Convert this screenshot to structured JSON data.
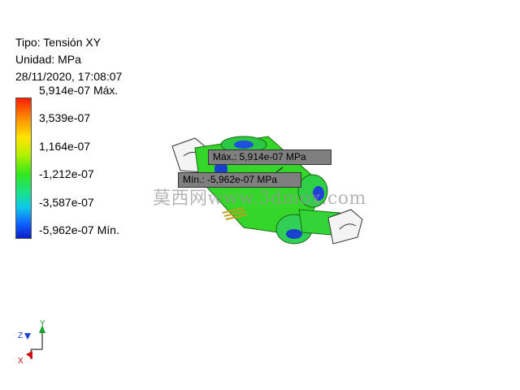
{
  "info": {
    "type_line": "Tipo: Tensión XY",
    "unit_line": "Unidad: MPa",
    "datetime": "28/11/2020, 17:08:07"
  },
  "legend": {
    "labels": [
      "5,914e-07 Máx.",
      "3,539e-07",
      "1,164e-07",
      "-1,212e-07",
      "-3,587e-07",
      "-5,962e-07 Mín."
    ]
  },
  "callouts": {
    "max": "Máx.: 5,914e-07 MPa",
    "min": "Mín.: -5,962e-07 MPa"
  },
  "watermark": "莫西网www.3dmox.com",
  "triad": {
    "x": "X",
    "y": "Y",
    "z": "Z"
  }
}
